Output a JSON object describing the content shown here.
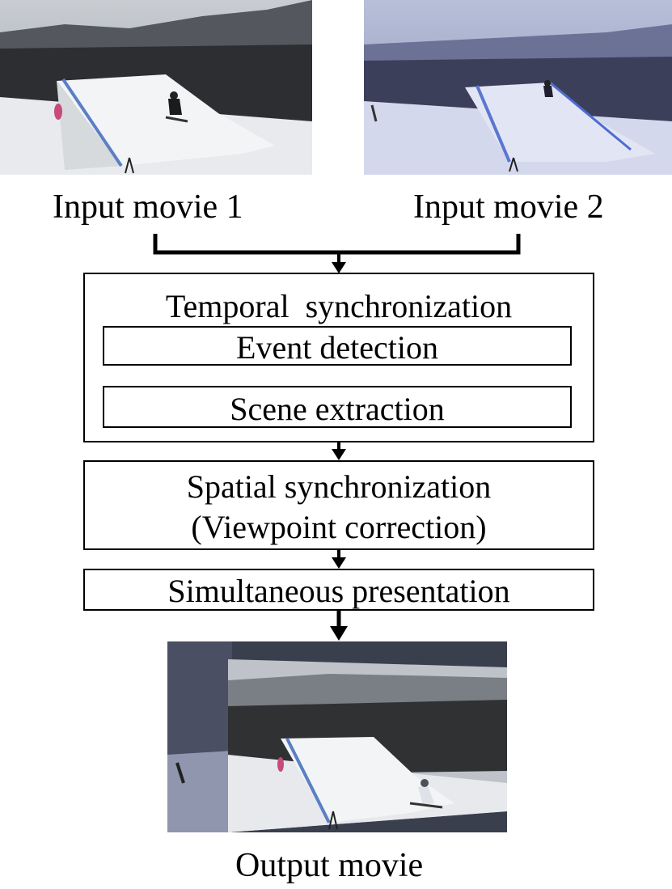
{
  "inputs": {
    "movie1_label": "Input movie 1",
    "movie2_label": "Input movie 2"
  },
  "temporal": {
    "title": "Temporal  synchronization",
    "event_detection": "Event detection",
    "scene_extraction": "Scene extraction"
  },
  "spatial": {
    "line1": "Spatial synchronization",
    "line2": "(Viewpoint correction)"
  },
  "presentation": {
    "label": "Simultaneous presentation"
  },
  "output": {
    "label": "Output movie"
  }
}
